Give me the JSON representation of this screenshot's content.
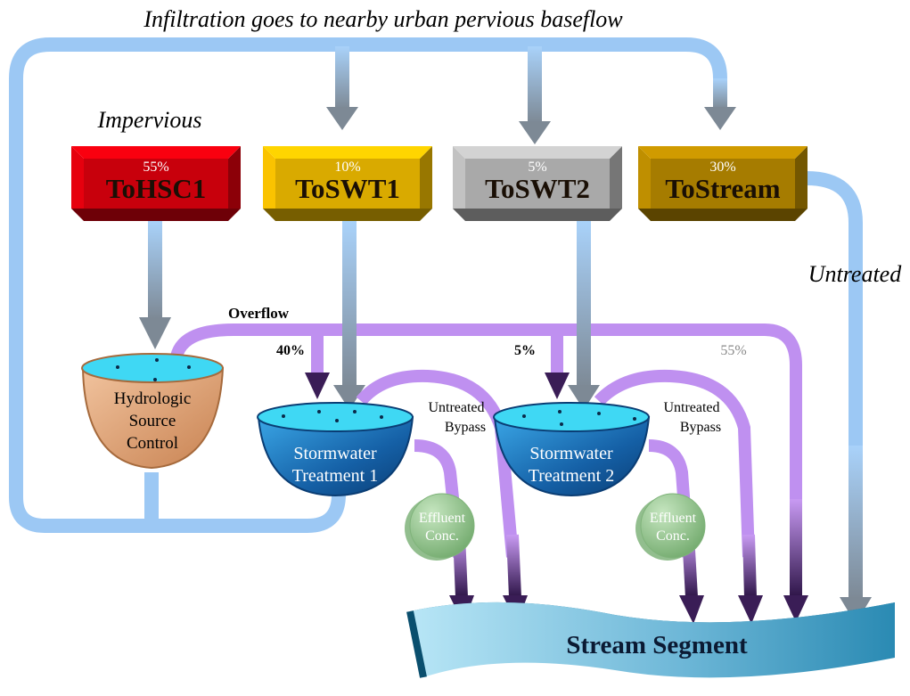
{
  "title": "Infiltration goes to nearby urban pervious baseflow",
  "impervious_label": "Impervious",
  "untreated_label": "Untreated",
  "overflow_label": "Overflow",
  "boxes": [
    {
      "name": "ToHSC1",
      "percent": "55%",
      "color": "#c8000c"
    },
    {
      "name": "ToSWT1",
      "percent": "10%",
      "color": "#d9aa00"
    },
    {
      "name": "ToSWT2",
      "percent": "5%",
      "color": "#a9a9a9"
    },
    {
      "name": "ToStream",
      "percent": "30%",
      "color": "#a67c00"
    }
  ],
  "overflow_splits": [
    "40%",
    "5%",
    "55%"
  ],
  "hsc_label_lines": [
    "Hydrologic",
    "Source",
    "Control"
  ],
  "swt1_label_lines": [
    "Stormwater",
    "Treatment 1"
  ],
  "swt2_label_lines": [
    "Stormwater",
    "Treatment 2"
  ],
  "bypass_label_lines": [
    "Untreated",
    "Bypass"
  ],
  "effluent_label_lines": [
    "Effluent",
    "Conc."
  ],
  "stream_label": "Stream Segment",
  "colors": {
    "infiltration_pipe": "#9cc8f4",
    "flow_arrow": "#7f8c98",
    "overflow_pipe": "#bf90f0",
    "dark_arrow": "#3a1d56",
    "bowl_water": "#3fd8f4",
    "bowl_tan": "#e6a678",
    "effluent": "#9ccc96"
  }
}
